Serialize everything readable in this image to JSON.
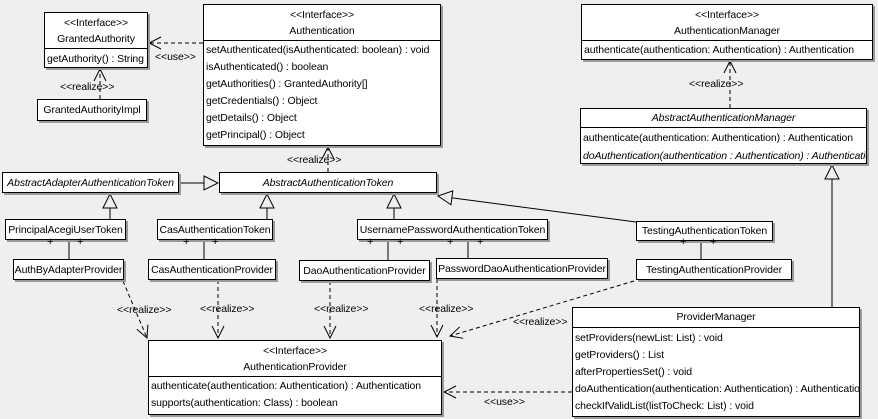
{
  "labels": {
    "realize": "<<realize>>",
    "use": "<<use>>",
    "plus": "+"
  },
  "colors": {
    "background": "#efefef",
    "box_fill": "#ffffff",
    "line": "#000000",
    "shadow": "#9a9a9a"
  },
  "classes": {
    "granted_authority": {
      "stereotype": "<<Interface>>",
      "name": "GrantedAuthority",
      "methods": [
        "getAuthority() : String"
      ]
    },
    "granted_authority_impl": {
      "name": "GrantedAuthorityImpl"
    },
    "authentication": {
      "stereotype": "<<Interface>>",
      "name": "Authentication",
      "methods": [
        "setAuthenticated(isAuthenticated: boolean) : void",
        "isAuthenticated() : boolean",
        "getAuthorities() : GrantedAuthority[]",
        "getCredentials() : Object",
        "getDetails() : Object",
        "getPrincipal() : Object"
      ]
    },
    "authentication_manager": {
      "stereotype": "<<Interface>>",
      "name": "AuthenticationManager",
      "methods": [
        "authenticate(authentication: Authentication) : Authentication"
      ]
    },
    "abstract_authentication_manager": {
      "name": "AbstractAuthenticationManager",
      "methods": [
        "authenticate(authentication: Authentication) : Authentication",
        "doAuthentication(authentication : Authentication) : Authentication"
      ]
    },
    "abstract_adapter_authentication_token": {
      "name": "AbstractAdapterAuthenticationToken"
    },
    "abstract_authentication_token": {
      "name": "AbstractAuthenticationToken"
    },
    "principal_acegi_user_token": {
      "name": "PrincipalAcegiUserToken"
    },
    "cas_authentication_token": {
      "name": "CasAuthenticationToken"
    },
    "username_password_authentication_token": {
      "name": "UsernamePasswordAuthenticationToken"
    },
    "testing_authentication_token": {
      "name": "TestingAuthenticationToken"
    },
    "auth_by_adapter_provider": {
      "name": "AuthByAdapterProvider"
    },
    "cas_authentication_provider": {
      "name": "CasAuthenticationProvider"
    },
    "dao_authentication_provider": {
      "name": "DaoAuthenticationProvider"
    },
    "password_dao_authentication_provider": {
      "name": "PasswordDaoAuthenticationProvider"
    },
    "testing_authentication_provider": {
      "name": "TestingAuthenticationProvider"
    },
    "authentication_provider": {
      "stereotype": "<<Interface>>",
      "name": "AuthenticationProvider",
      "methods": [
        "authenticate(authentication: Authentication) : Authentication",
        "supports(authentication: Class) : boolean"
      ]
    },
    "provider_manager": {
      "name": "ProviderManager",
      "methods": [
        "setProviders(newList: List) : void",
        "getProviders() : List",
        "afterPropertiesSet() : void",
        "doAuthentication(authentication: Authentication) : Authentication",
        "checkIfValidList(listToCheck: List) : void"
      ]
    }
  }
}
